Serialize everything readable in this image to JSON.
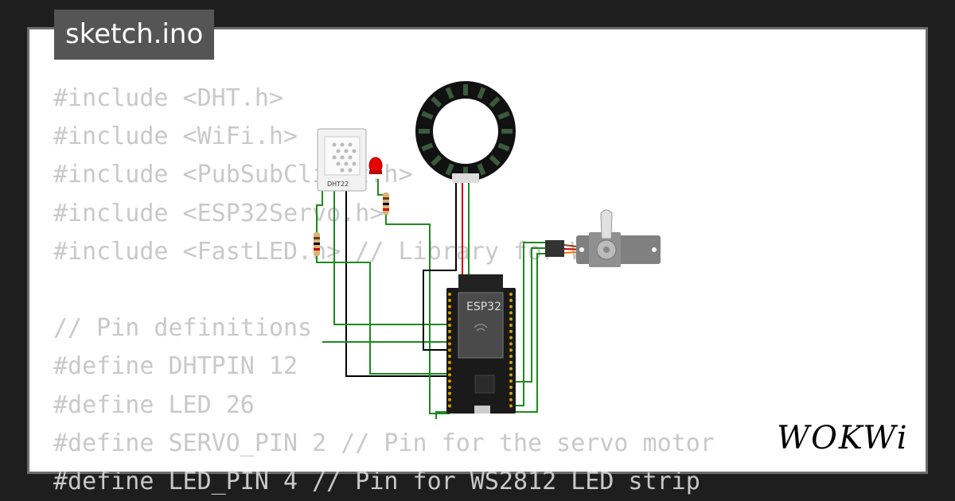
{
  "file_tab": {
    "label": "sketch.ino"
  },
  "code_lines": [
    "#include <DHT.h>",
    "#include <WiFi.h>",
    "#include <PubSubClient.h>",
    "#include <ESP32Servo.h>",
    "#include <FastLED.h> // Library for WS2812",
    "",
    "// Pin definitions",
    "#define DHTPIN 12",
    "#define LED 26",
    "#define SERVO_PIN 2 // Pin for the servo motor",
    "#define LED_PIN 4 // Pin for WS2812 LED strip"
  ],
  "components": {
    "dht_label": "DHT22",
    "esp_label": "ESP32"
  },
  "brand": {
    "logo_text": "WOKWi"
  },
  "colors": {
    "frame": "#1e1e1e",
    "card_border": "#6b6b6b",
    "tab_bg": "#555555",
    "code_text": "#c9c9c9",
    "wire_green": "#1e8a1e",
    "wire_black": "#000000",
    "wire_red": "#cc0000",
    "servo_body": "#808080",
    "servo_wire_orange": "#f07800"
  }
}
